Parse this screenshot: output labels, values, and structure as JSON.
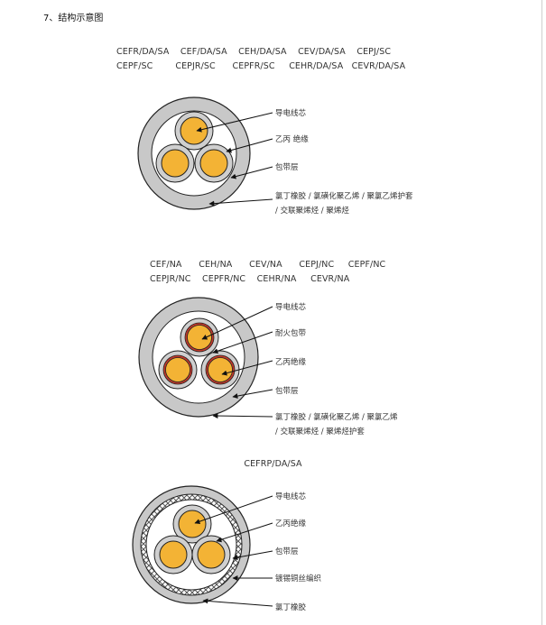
{
  "section_title": "7、结构示意图",
  "diagram1": {
    "models_row1": "CEFR/DA/SA    CEF/DA/SA    CEH/DA/SA    CEV/DA/SA    CEPJ/SC",
    "models_row2": "CEPF/SC        CEPJR/SC      CEPFR/SC     CEHR/DA/SA   CEVR/DA/SA",
    "labels": [
      "导电线芯",
      "乙丙 绝缘",
      "包带层",
      "氯丁橡胶 / 氯磺化聚乙烯 / 聚氯乙烯护套",
      "/ 交联聚烯烃 / 聚烯烃"
    ]
  },
  "diagram2": {
    "models_row1": "CEF/NA      CEH/NA      CEV/NA      CEPJ/NC     CEPF/NC",
    "models_row2": "CEPJR/NC    CEPFR/NC    CEHR/NA     CEVR/NA",
    "labels": [
      "导电线芯",
      "耐火包带",
      "乙丙绝缘",
      "包带层",
      "氯丁橡胶 / 氯磺化聚乙烯 / 聚氯乙烯",
      "/ 交联聚烯烃 / 聚烯烃护套"
    ]
  },
  "diagram3": {
    "title": "CEFRP/DA/SA",
    "labels": [
      "导电线芯",
      "乙丙绝缘",
      "包带层",
      "镀锡铜丝编织",
      "氯丁橡胶"
    ]
  },
  "colors": {
    "core": "#f3b335",
    "insulation": "#cfcfcf",
    "sheath": "#c8c8c8",
    "fire_tape": "#c0392b",
    "outline": "#222222"
  }
}
